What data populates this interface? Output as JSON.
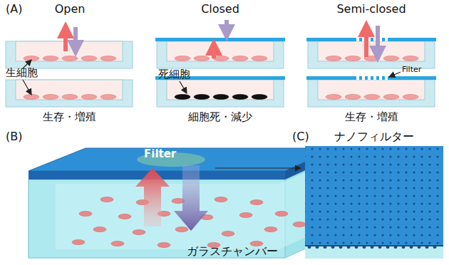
{
  "diagram": {
    "labels": [
      "(A)",
      "Open",
      "Closed",
      "Semi-closed",
      "生細胞",
      "死細胞",
      "Filter",
      "生存・増殖",
      "細胞死・減少",
      "生存・増殖",
      "(B)",
      "Filter",
      "(C)",
      "ナノフィルター",
      "ガラスチャンバー"
    ]
  }
}
